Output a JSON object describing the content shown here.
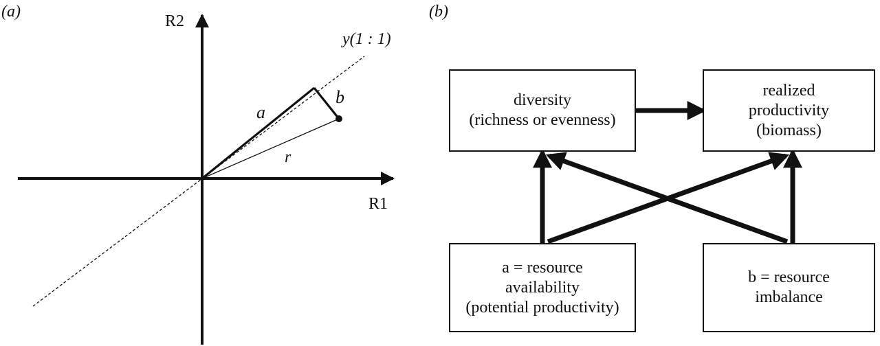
{
  "panel_a": {
    "label": "(a)",
    "y_axis_label": "R2",
    "x_axis_label": "R1",
    "one_to_one_label": "y(1 : 1)",
    "vector_a_label": "a",
    "vector_b_label": "b",
    "vector_r_label": "r"
  },
  "panel_b": {
    "label": "(b)",
    "boxes": {
      "diversity": {
        "lines": [
          "diversity",
          "(richness or evenness)"
        ]
      },
      "productivity": {
        "lines": [
          "realized",
          "productivity",
          "(biomass)"
        ]
      },
      "availability": {
        "lines": [
          "a = resource",
          "availability",
          "(potential productivity)"
        ]
      },
      "imbalance": {
        "lines": [
          "b = resource",
          "imbalance"
        ]
      }
    }
  }
}
